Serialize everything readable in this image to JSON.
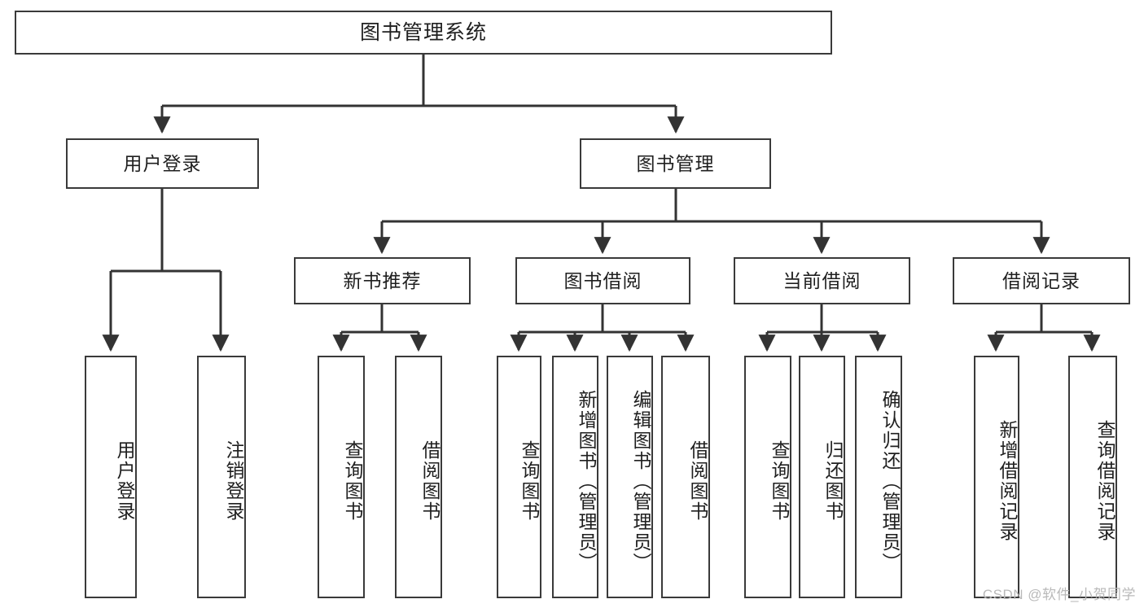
{
  "diagram": {
    "title": "图书管理系统",
    "type": "tree-hierarchy-diagram",
    "watermark": "CSDN @软件_小贺同学",
    "root": {
      "label": "图书管理系统"
    },
    "level2": [
      {
        "label": "用户登录"
      },
      {
        "label": "图书管理"
      }
    ],
    "level3": [
      {
        "label": "新书推荐"
      },
      {
        "label": "图书借阅"
      },
      {
        "label": "当前借阅"
      },
      {
        "label": "借阅记录"
      }
    ],
    "leaves": {
      "user_login": [
        {
          "label": "用户登录"
        },
        {
          "label": "注销登录"
        }
      ],
      "new_book_recommend": [
        {
          "label": "查询图书"
        },
        {
          "label": "借阅图书"
        }
      ],
      "book_borrow": [
        {
          "label": "查询图书"
        },
        {
          "label": "新增图书（管理员）"
        },
        {
          "label": "编辑图书（管理员）"
        },
        {
          "label": "借阅图书"
        }
      ],
      "current_borrow": [
        {
          "label": "查询图书"
        },
        {
          "label": "归还图书"
        },
        {
          "label": "确认归还（管理员）"
        }
      ],
      "borrow_record": [
        {
          "label": "新增借阅记录"
        },
        {
          "label": "查询借阅记录"
        }
      ]
    },
    "colors": {
      "box_border": "#3a3a3a",
      "box_fill": "#ffffff",
      "connector": "#333333",
      "text": "#1f1f1f",
      "watermark": "#b9b9b9",
      "background": "#ffffff"
    }
  }
}
